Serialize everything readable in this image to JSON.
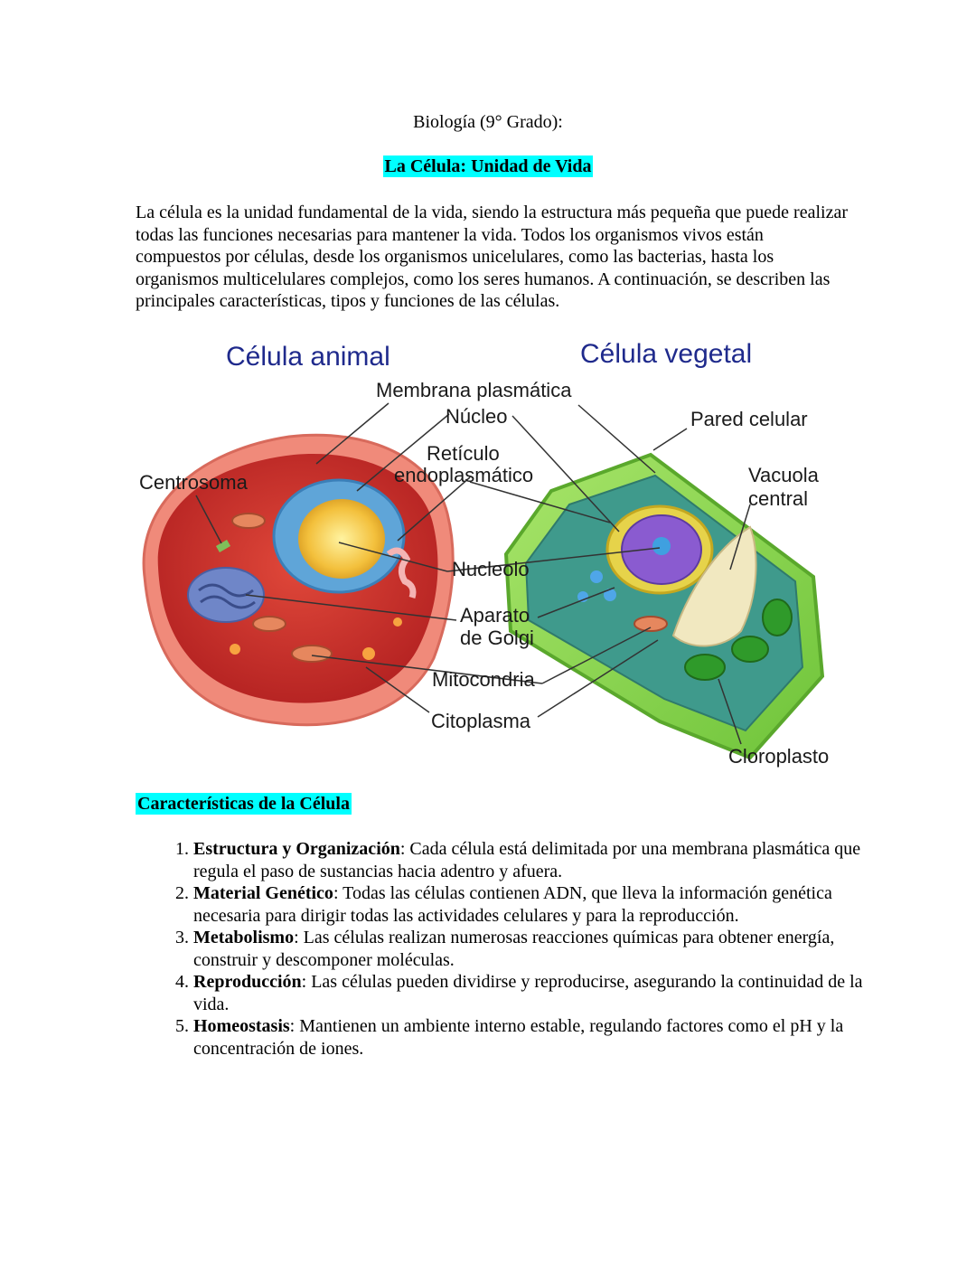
{
  "header": {
    "subject": "Biología (9° Grado):"
  },
  "title": "La Célula: Unidad de Vida",
  "intro": "La célula es la unidad fundamental de la vida, siendo la estructura más pequeña que puede realizar todas las funciones necesarias para mantener la vida. Todos los organismos vivos están compuestos por células, desde los organismos unicelulares, como las bacterias, hasta los organismos multicelulares complejos, como los seres humanos. A continuación, se describen las principales características, tipos y funciones de las células.",
  "figure": {
    "animal_title": "Célula animal",
    "plant_title": "Célula vegetal",
    "labels": {
      "membrana": "Membrana plasmática",
      "nucleo": "Núcleo",
      "reticulo_1": "Retículo",
      "reticulo_2": "endoplasmático",
      "centrosoma": "Centrosoma",
      "nucleolo": "Nucleolo",
      "aparato_1": "Aparato",
      "aparato_2": "de Golgi",
      "mitocondria": "Mitocondria",
      "citoplasma": "Citoplasma",
      "pared": "Pared celular",
      "vacuola_1": "Vacuola",
      "vacuola_2": "central",
      "cloroplasto": "Cloroplasto"
    }
  },
  "section": {
    "heading": "Características de la Célula"
  },
  "features": [
    {
      "term": "Estructura y Organización",
      "text": ": Cada célula está delimitada por una membrana plasmática que regula el paso de sustancias hacia adentro y afuera."
    },
    {
      "term": "Material Genético",
      "text": ": Todas las células contienen ADN, que lleva la información genética necesaria para dirigir todas las actividades celulares y para la reproducción."
    },
    {
      "term": "Metabolismo",
      "text": ": Las células realizan numerosas reacciones químicas para obtener energía, construir y descomponer moléculas."
    },
    {
      "term": "Reproducción",
      "text": ": Las células pueden dividirse y reproducirse, asegurando la continuidad de la vida."
    },
    {
      "term": "Homeostasis",
      "text": ": Mantienen un ambiente interno estable, regulando factores como el pH y la concentración de iones."
    }
  ]
}
